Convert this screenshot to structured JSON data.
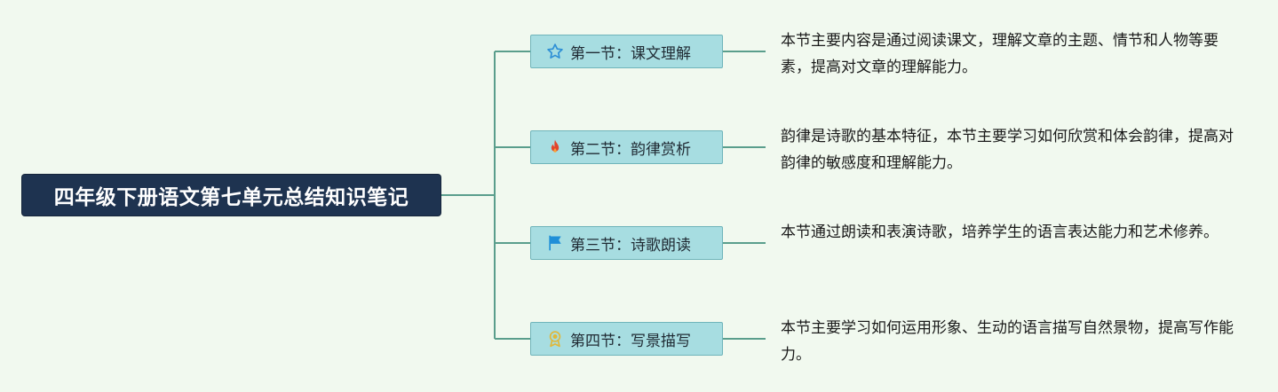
{
  "root": {
    "title": "四年级下册语文第七单元总结知识笔记"
  },
  "sections": [
    {
      "label": "第一节：课文理解",
      "icon": "star-icon",
      "icon_color": "#2e8fd6",
      "description": "本节主要内容是通过阅读课文，理解文章的主题、情节和人物等要素，提高对文章的理解能力。"
    },
    {
      "label": "第二节：韵律赏析",
      "icon": "fire-icon",
      "icon_color": "#e2452a",
      "description": "韵律是诗歌的基本特征，本节主要学习如何欣赏和体会韵律，提高对韵律的敏感度和理解能力。"
    },
    {
      "label": "第三节：诗歌朗读",
      "icon": "flag-icon",
      "icon_color": "#1f8fd8",
      "description": "本节通过朗读和表演诗歌，培养学生的语言表达能力和艺术修养。"
    },
    {
      "label": "第四节：写景描写",
      "icon": "award-icon",
      "icon_color": "#e0b83a",
      "description": "本节主要学习如何运用形象、生动的语言描写自然景物，提高写作能力。"
    }
  ],
  "colors": {
    "background": "#f1f9ef",
    "root_fill": "#1e3350",
    "branch_fill": "#a7dde1",
    "connector": "#5a9e8c"
  }
}
